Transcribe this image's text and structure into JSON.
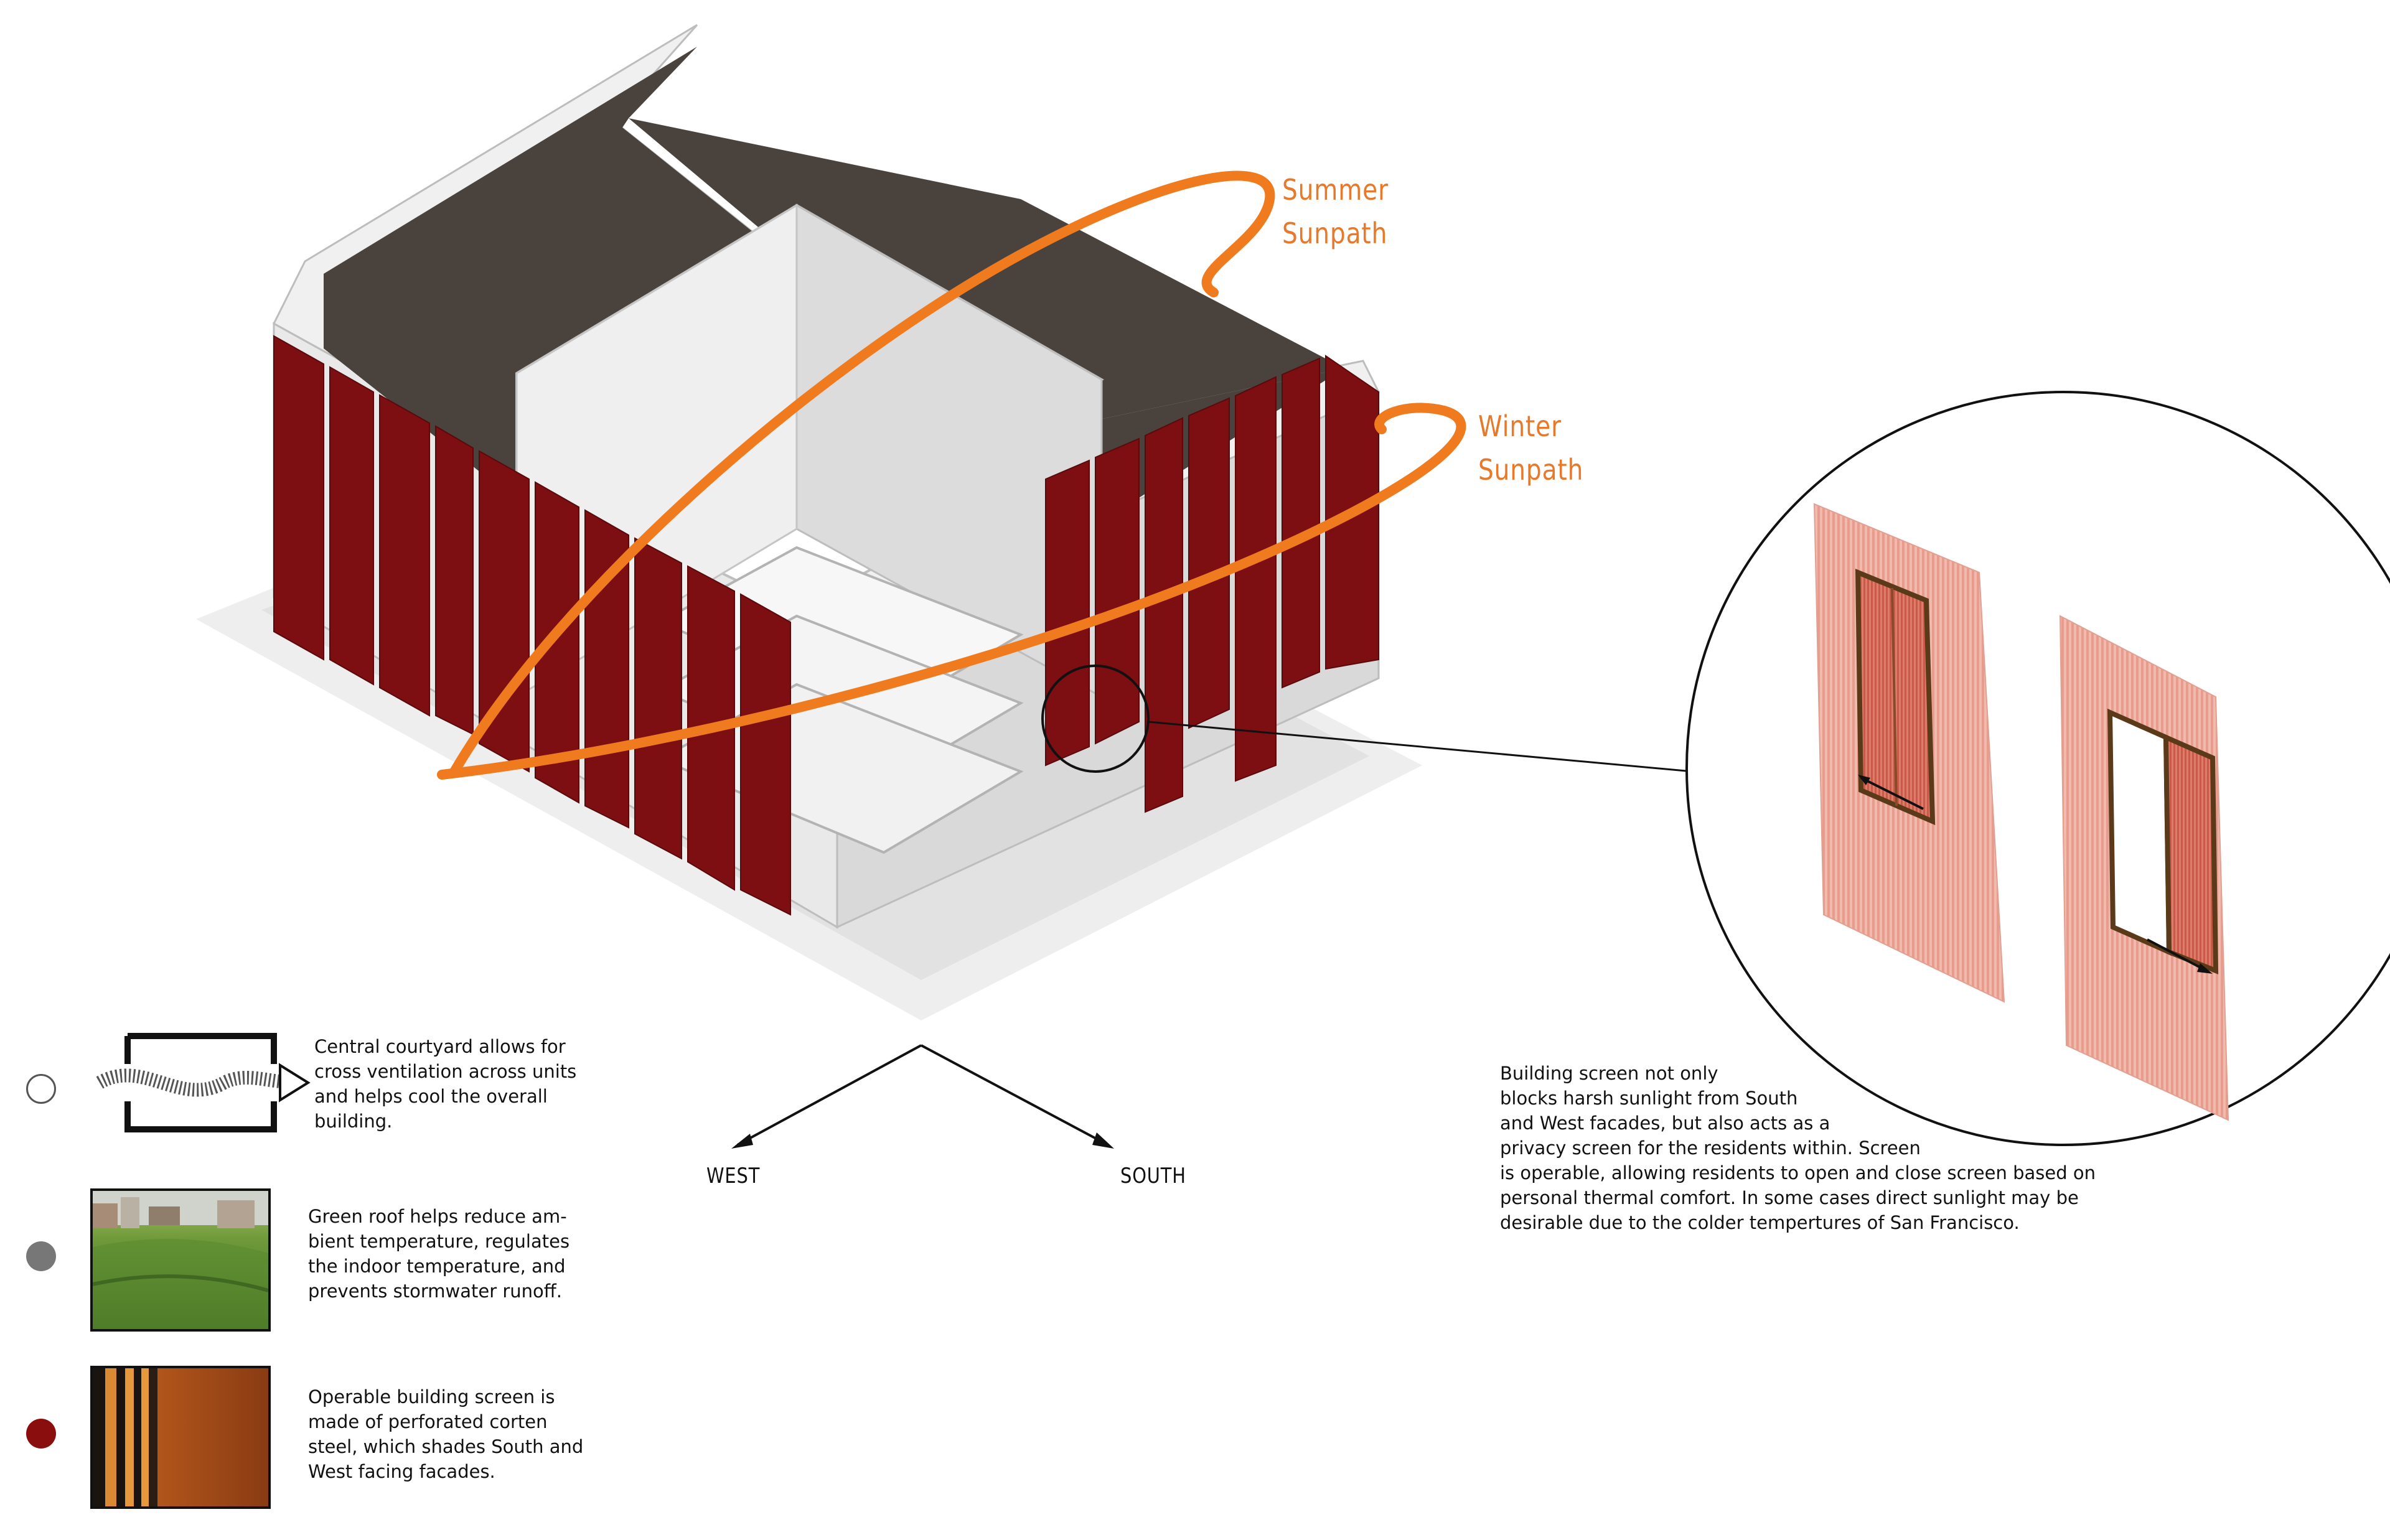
{
  "sunpaths": {
    "summer_line1": "Summer",
    "summer_line2": "Sunpath",
    "winter_line1": "Winter",
    "winter_line2": "Sunpath"
  },
  "compass": {
    "west": "WEST",
    "south": "SOUTH"
  },
  "screen_note": {
    "line1": "Building screen not only",
    "line2": "blocks harsh sunlight from South",
    "line3": "and West facades, but also acts as a",
    "line4": "privacy screen for the residents within.  Screen",
    "line5": "is operable, allowing residents to open and close screen based on",
    "line6": "personal thermal comfort.  In some cases direct sunlight may be",
    "line7": "desirable due to the colder tempertures of San Francisco."
  },
  "legend": [
    {
      "line1": "Central courtyard allows for",
      "line2": "cross ventilation across units",
      "line3": "and helps cool the overall",
      "line4": "building.",
      "dot_color": "#ffffff"
    },
    {
      "line1": "Green roof helps reduce am-",
      "line2": "bient temperature, regulates",
      "line3": "the indoor temperature, and",
      "line4": "prevents stormwater runoff.",
      "dot_color": "#777777"
    },
    {
      "line1": "Operable building screen is",
      "line2": "made of perforated corten",
      "line3": "steel, which shades South and",
      "line4": "West facing facades.",
      "dot_color": "#8b0e0e"
    }
  ],
  "colors": {
    "sunpath": "#f07a1e",
    "screen": "#7d0f12",
    "roof": "#4a423d",
    "building": "#e6e6e6"
  }
}
